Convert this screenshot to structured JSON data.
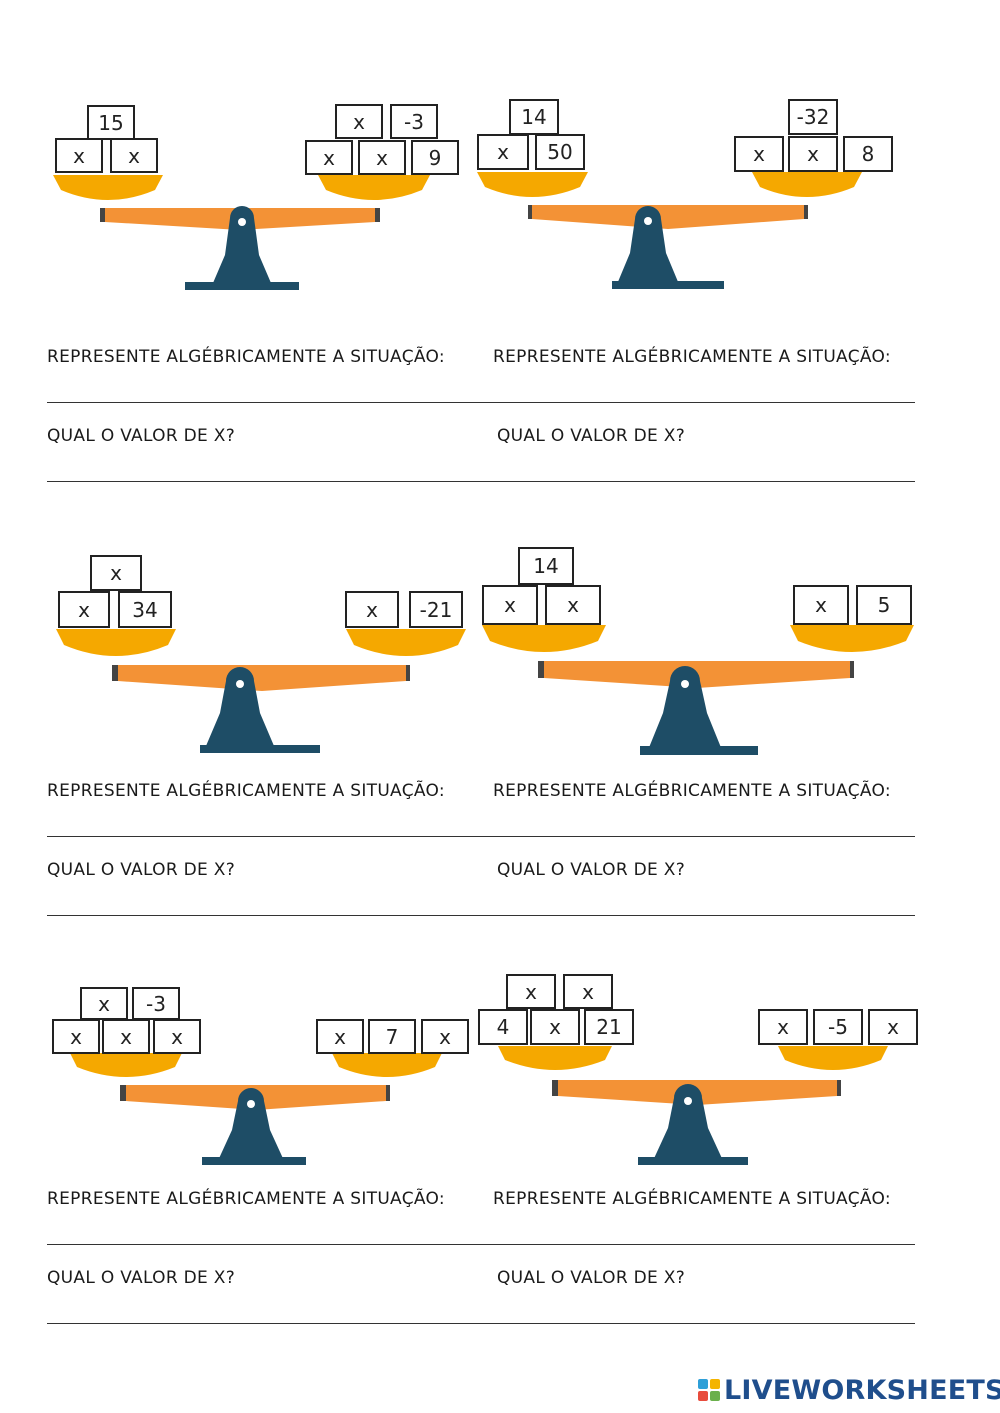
{
  "questions": {
    "represent": "REPRESENTE ALGÉBRICAMENTE A SITUAÇÃO:",
    "value": "QUAL O VALOR DE X?"
  },
  "colors": {
    "pan": "#f5a800",
    "beam": "#f39236",
    "stand": "#1e4d66"
  },
  "scales": [
    {
      "left": [
        [
          "15"
        ],
        [
          "x",
          "x"
        ]
      ],
      "right": [
        [
          "x",
          "-3"
        ],
        [
          "x",
          "x",
          "9"
        ]
      ]
    },
    {
      "left": [
        [
          "14"
        ],
        [
          "x",
          "50"
        ]
      ],
      "right": [
        [
          "-32"
        ],
        [
          "x",
          "x",
          "8"
        ]
      ]
    },
    {
      "left": [
        [
          "x"
        ],
        [
          "x",
          "34"
        ]
      ],
      "right": [
        [
          "x",
          "-21"
        ]
      ]
    },
    {
      "left": [
        [
          "14"
        ],
        [
          "x",
          "x"
        ]
      ],
      "right": [
        [
          "x",
          "5"
        ]
      ]
    },
    {
      "left": [
        [
          "x",
          "-3"
        ],
        [
          "x",
          "x",
          "x"
        ]
      ],
      "right": [
        [
          "x",
          "7",
          "x"
        ]
      ]
    },
    {
      "left": [
        [
          "x",
          "x"
        ],
        [
          "4",
          "x",
          "21"
        ]
      ],
      "right": [
        [
          "x",
          "-5",
          "x"
        ]
      ]
    }
  ],
  "branding": {
    "logo_text": "LIVEWORKSHEETS",
    "logo_icon": "liveworksheets-logo-icon"
  }
}
